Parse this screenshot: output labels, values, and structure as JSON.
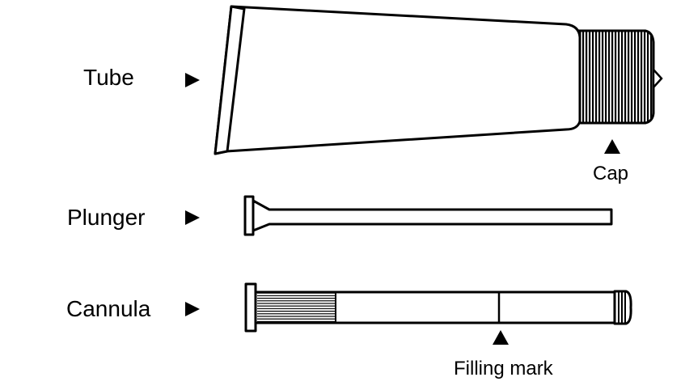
{
  "labels": {
    "tube": "Tube",
    "plunger": "Plunger",
    "cannula": "Cannula",
    "cap": "Cap",
    "filling_mark": "Filling mark"
  },
  "colors": {
    "ink": "#000000",
    "background": "#ffffff"
  },
  "icons": {
    "pointer_right": "right-triangle",
    "pointer_up": "up-triangle"
  }
}
